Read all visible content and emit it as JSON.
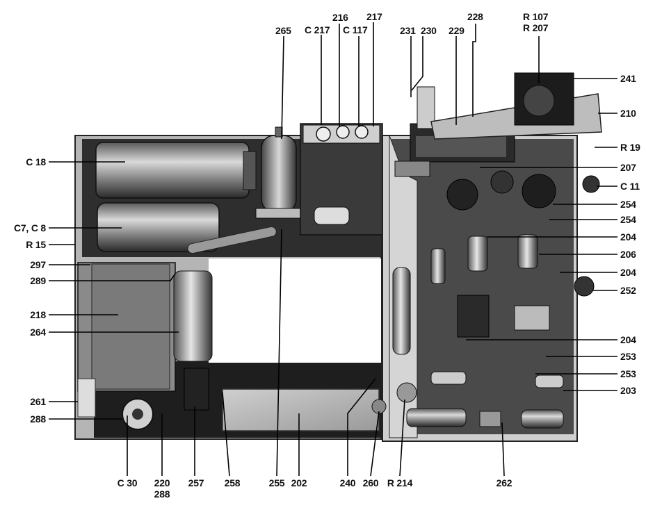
{
  "labels": {
    "top": {
      "c217": "C 217",
      "n216": "216",
      "c117": "C 117",
      "n217": "217",
      "n265": "265",
      "n231": "231",
      "n230": "230",
      "n229": "229",
      "n228": "228",
      "r107": "R 107",
      "r207": "R 207"
    },
    "left": {
      "c18": "C 18",
      "c7c8": "C7, C 8",
      "r15": "R 15",
      "n297": "297",
      "n289": "289",
      "n218": "218",
      "n264": "264",
      "n261": "261",
      "n288": "288"
    },
    "right": {
      "n241": "241",
      "n210": "210",
      "r19": "R 19",
      "n207": "207",
      "c11": "C 11",
      "n254a": "254",
      "n254b": "254",
      "n204a": "204",
      "n206": "206",
      "n204b": "204",
      "n252": "252",
      "n204c": "204",
      "n253a": "253",
      "n253b": "253",
      "n203": "203"
    },
    "bottom": {
      "c30": "C 30",
      "n220": "220",
      "n288": "288",
      "n257": "257",
      "n258": "258",
      "n255": "255",
      "n202": "202",
      "n240": "240",
      "n260": "260",
      "r214": "R 214",
      "n262": "262"
    }
  }
}
